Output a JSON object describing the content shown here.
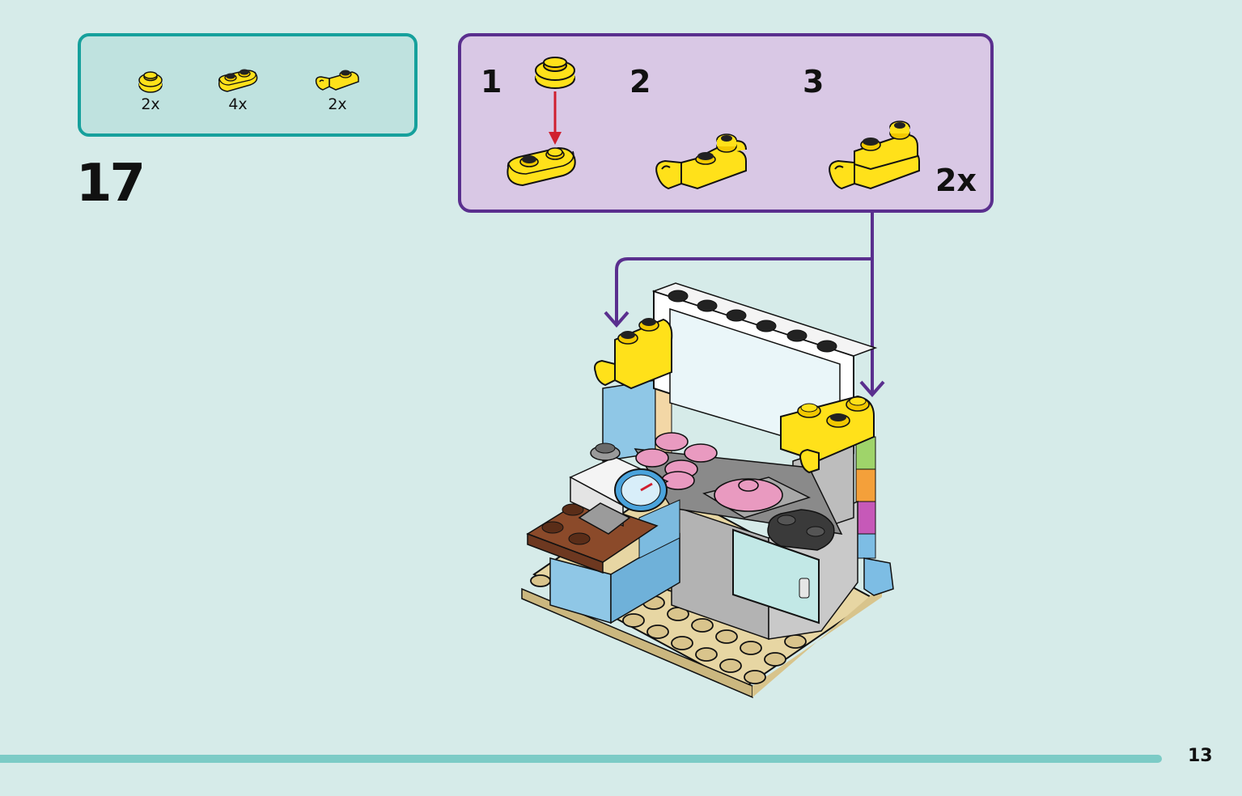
{
  "parts_list": {
    "items": [
      {
        "icon": "round-plate-1x1-icon",
        "quantity": "2x",
        "color": "#ffe11a"
      },
      {
        "icon": "plate-1x2-rounded-icon",
        "quantity": "4x",
        "color": "#ffe11a"
      },
      {
        "icon": "plate-clip-icon",
        "quantity": "2x",
        "color": "#ffe11a"
      }
    ]
  },
  "step": {
    "number": "17"
  },
  "substeps": {
    "labels": [
      "1",
      "2",
      "3"
    ],
    "multiplier": "2x",
    "arrow_color": "#d01f2f",
    "frame_color": "#5a2f8e"
  },
  "page": {
    "number": "13"
  }
}
